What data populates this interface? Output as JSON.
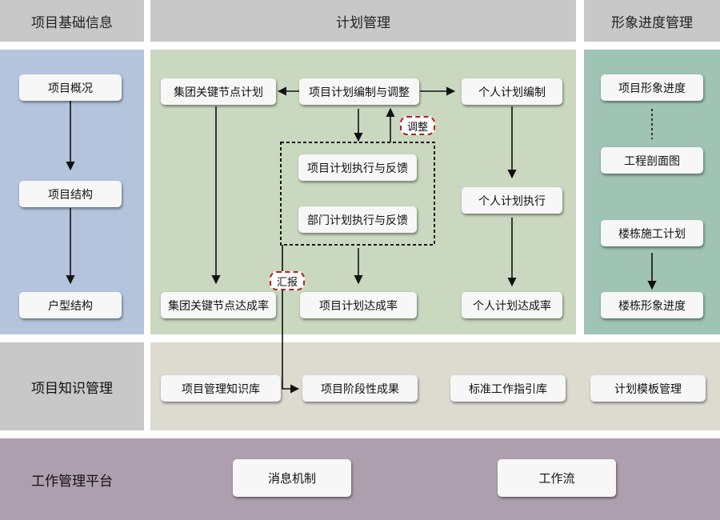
{
  "headers": {
    "basic": "项目基础信息",
    "plan": "计划管理",
    "image": "形象进度管理"
  },
  "basic_nodes": [
    "项目概况",
    "项目结构",
    "户型结构"
  ],
  "plan_nodes": {
    "group_key": "集团关键节点计划",
    "edit": "项目计划编制与调整",
    "personal_edit": "个人计划编制",
    "project_exec": "项目计划执行与反馈",
    "dept_exec": "部门计划执行与反馈",
    "personal_exec": "个人计划执行",
    "group_rate": "集团关键节点达成率",
    "project_rate": "项目计划达成率",
    "personal_rate": "个人计划达成率"
  },
  "tags": {
    "adjust": "调整",
    "report": "汇报"
  },
  "image_nodes": [
    "项目形象进度",
    "工程剖面图",
    "楼栋施工计划",
    "楼栋形象进度"
  ],
  "knowledge": {
    "label": "项目知识管理",
    "items": [
      "项目管理知识库",
      "项目阶段性成果",
      "标准工作指引库",
      "计划模板管理"
    ]
  },
  "platform": {
    "label": "工作管理平台",
    "items": [
      "消息机制",
      "工作流"
    ]
  },
  "colors": {
    "header": "#c8c8c8",
    "basic_panel": "#b4c4dd",
    "plan_panel": "#c9d8bf",
    "image_panel": "#9fc3b5",
    "knowledge_panel": "#dddbd0",
    "knowledge_label": "#c8c8c8",
    "platform_panel": "#ae9fae"
  }
}
